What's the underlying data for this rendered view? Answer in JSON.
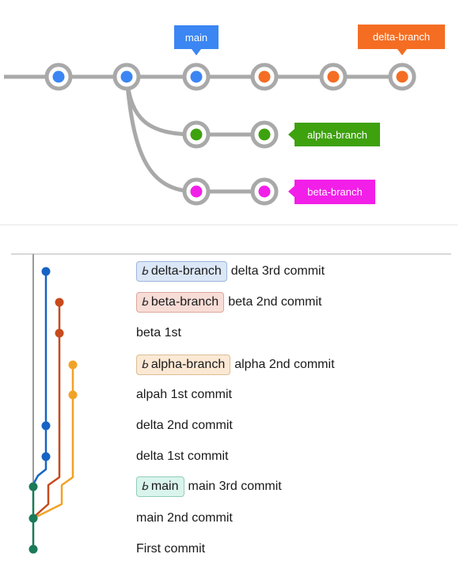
{
  "graph": {
    "tags": {
      "main": "main",
      "delta": "delta-branch",
      "alpha": "alpha-branch",
      "beta": "beta-branch"
    },
    "colors": {
      "line": "#a9a9a9",
      "main": "#3b86f3",
      "delta": "#f46d22",
      "alpha": "#3ea10e",
      "beta": "#f21fe8"
    }
  },
  "history": {
    "rows": [
      {
        "ref": "delta-branch",
        "message": "delta 3rd commit"
      },
      {
        "ref": "beta-branch",
        "message": "beta 2nd commit"
      },
      {
        "ref": "",
        "message": "beta 1st"
      },
      {
        "ref": "alpha-branch",
        "message": "alpha 2nd commit"
      },
      {
        "ref": "",
        "message": "alpah 1st commit"
      },
      {
        "ref": "",
        "message": "delta 2nd commit"
      },
      {
        "ref": "",
        "message": "delta 1st commit"
      },
      {
        "ref": "main",
        "message": "main 3rd commit"
      },
      {
        "ref": "",
        "message": "main 2nd commit"
      },
      {
        "ref": "",
        "message": "First commit"
      }
    ],
    "ref_icon": "branch-icon",
    "lane_colors": {
      "main": "#1b7a58",
      "delta": "#1763c4",
      "beta": "#c74a1c",
      "alpha": "#f2a226",
      "gray": "#9a9a9a"
    }
  }
}
